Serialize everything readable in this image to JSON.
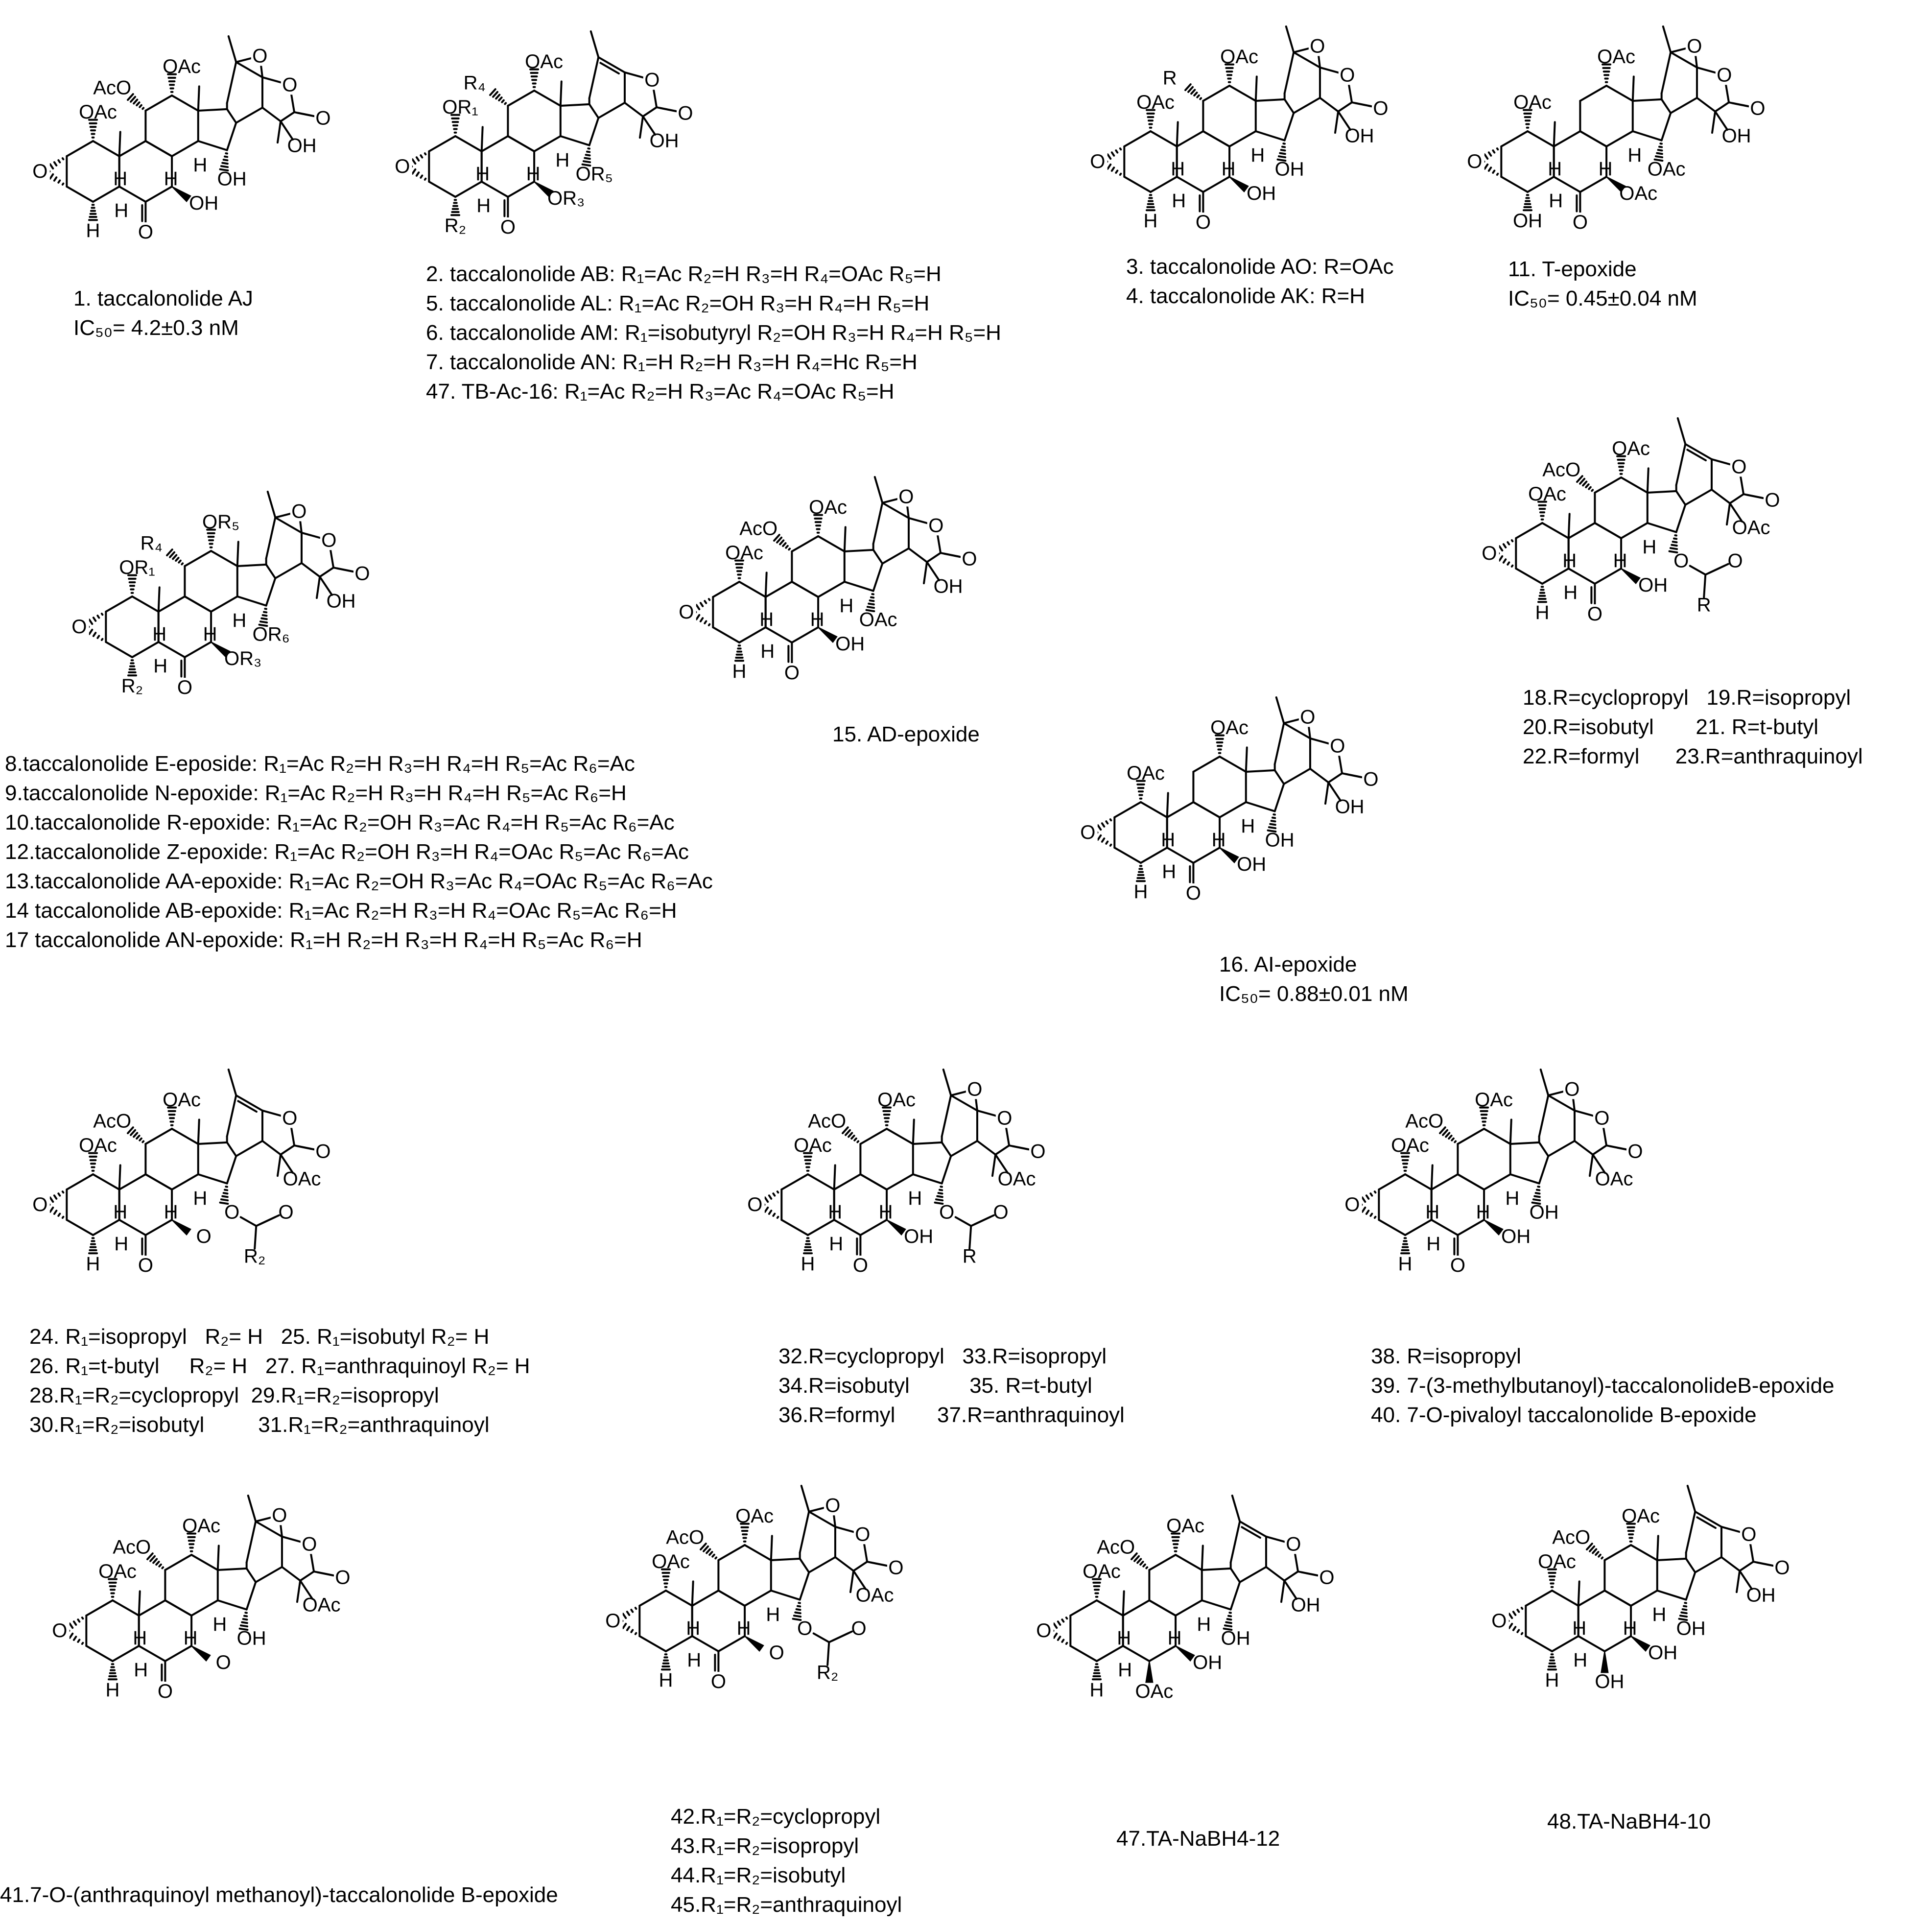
{
  "atoms": {
    "OAc": "OAc",
    "AcO": "AcO",
    "OH": "OH",
    "H": "H",
    "O": "O",
    "R": "R",
    "R1": "R₁",
    "R2": "R₂",
    "R3": "R₃",
    "R4": "R₄",
    "R5": "R₅",
    "R6": "R₆",
    "OR1": "OR₁",
    "OR3": "OR₃",
    "OR5": "OR₅",
    "OR6": "OR₆"
  },
  "panels": [
    {
      "id": "p1",
      "lines": [
        "1. taccalonolide AJ",
        "IC₅₀= 4.2±0.3 nM"
      ]
    },
    {
      "id": "p2",
      "lines": [
        "2. taccalonolide AB: R₁=Ac R₂=H R₃=H R₄=OAc R₅=H",
        "5. taccalonolide AL: R₁=Ac R₂=OH R₃=H R₄=H R₅=H",
        "6. taccalonolide AM: R₁=isobutyryl R₂=OH R₃=H R₄=H R₅=H",
        "7. taccalonolide AN: R₁=H R₂=H R₃=H R₄=Hc R₅=H",
        "47. TB-Ac-16: R₁=Ac R₂=H R₃=Ac R₄=OAc R₅=H"
      ]
    },
    {
      "id": "p3",
      "lines": [
        "3. taccalonolide AO: R=OAc",
        "4. taccalonolide AK: R=H"
      ]
    },
    {
      "id": "p11",
      "lines": [
        "11. T-epoxide",
        "IC₅₀= 0.45±0.04 nM"
      ]
    },
    {
      "id": "p8",
      "lines": [
        "8.taccalonolide E-eposide: R₁=Ac R₂=H R₃=H R₄=H R₅=Ac R₆=Ac",
        "9.taccalonolide N-epoxide: R₁=Ac R₂=H R₃=H R₄=H R₅=Ac R₆=H",
        "10.taccalonolide R-epoxide: R₁=Ac R₂=OH R₃=Ac R₄=H R₅=Ac R₆=Ac",
        "12.taccalonolide Z-epoxide: R₁=Ac R₂=OH R₃=H R₄=OAc R₅=Ac R₆=Ac",
        "13.taccalonolide AA-epoxide: R₁=Ac R₂=OH R₃=Ac R₄=OAc R₅=Ac R₆=Ac",
        "14 taccalonolide AB-epoxide: R₁=Ac R₂=H R₃=H R₄=OAc R₅=Ac R₆=H",
        "17 taccalonolide AN-epoxide: R₁=H R₂=H R₃=H R₄=H R₅=Ac R₆=H"
      ]
    },
    {
      "id": "p15",
      "lines": [
        "15. AD-epoxide"
      ]
    },
    {
      "id": "p18",
      "lines": [
        "18.R=cyclopropyl   19.R=isopropyl",
        "20.R=isobutyl       21. R=t-butyl",
        "22.R=formyl      23.R=anthraquinoyl"
      ]
    },
    {
      "id": "p16",
      "lines": [
        "16. AI-epoxide",
        "IC₅₀= 0.88±0.01 nM"
      ]
    },
    {
      "id": "p24",
      "lines": [
        "24. R₁=isopropyl   R₂= H   25. R₁=isobutyl R₂= H",
        "26. R₁=t-butyl     R₂= H   27. R₁=anthraquinoyl R₂= H",
        "28.R₁=R₂=cyclopropyl  29.R₁=R₂=isopropyl",
        "30.R₁=R₂=isobutyl         31.R₁=R₂=anthraquinoyl"
      ]
    },
    {
      "id": "p32",
      "lines": [
        "32.R=cyclopropyl   33.R=isopropyl",
        "34.R=isobutyl          35. R=t-butyl",
        "36.R=formyl       37.R=anthraquinoyl"
      ]
    },
    {
      "id": "p38",
      "lines": [
        "38. R=isopropyl",
        "39. 7-(3-methylbutanoyl)-taccalonolideB-epoxide",
        "40. 7-O-pivaloyl taccalonolide B-epoxide"
      ]
    },
    {
      "id": "p41",
      "lines": [
        "41.7-O-(anthraquinoyl methanoyl)-taccalonolide B-epoxide"
      ]
    },
    {
      "id": "p42",
      "lines": [
        "42.R₁=R₂=cyclopropyl",
        "43.R₁=R₂=isopropyl",
        "44.R₁=R₂=isobutyl",
        "45.R₁=R₂=anthraquinoyl"
      ]
    },
    {
      "id": "p47",
      "lines": [
        "47.TA-NaBH4-12"
      ]
    },
    {
      "id": "p48",
      "lines": [
        "48.TA-NaBH4-10"
      ]
    }
  ]
}
